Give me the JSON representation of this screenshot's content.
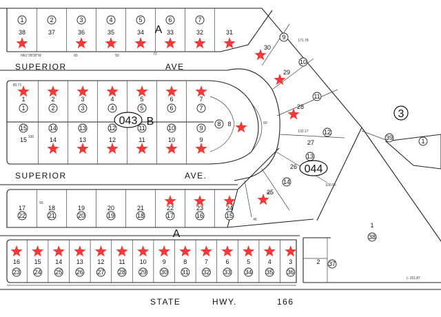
{
  "streets": {
    "superior_top": "SUPERIOR",
    "ave_top": "AVE",
    "superior_mid": "SUPERIOR",
    "ave_mid": "AVE.",
    "state": "STATE",
    "hwy": "HWY.",
    "route": "166"
  },
  "block_labels": {
    "a_top": "A",
    "a_bottom": "A",
    "block_043": "043",
    "block_b": "B",
    "block_044": "044",
    "block_3": "3"
  },
  "colors": {
    "star": "#f03a3a",
    "line": "#222222"
  },
  "row1": [
    {
      "lot": "38",
      "circ": "1",
      "star": true
    },
    {
      "lot": "37",
      "circ": "2",
      "star": false
    },
    {
      "lot": "36",
      "circ": "3",
      "star": true
    },
    {
      "lot": "35",
      "circ": "4",
      "star": true
    },
    {
      "lot": "34",
      "circ": "5",
      "star": true
    },
    {
      "lot": "33",
      "circ": "6",
      "star": true
    },
    {
      "lot": "32",
      "circ": "7",
      "star": true
    },
    {
      "lot": "31",
      "circ": "",
      "star": true
    }
  ],
  "row2": [
    {
      "lot": "1",
      "circ": "1",
      "star": true
    },
    {
      "lot": "2",
      "circ": "2",
      "star": true
    },
    {
      "lot": "3",
      "circ": "3",
      "star": true
    },
    {
      "lot": "4",
      "circ": "4",
      "star": true
    },
    {
      "lot": "5",
      "circ": "5",
      "star": true
    },
    {
      "lot": "6",
      "circ": "6",
      "star": true
    },
    {
      "lot": "7",
      "circ": "7",
      "star": true
    }
  ],
  "row3": [
    {
      "lot": "15",
      "circ": "15",
      "star": false
    },
    {
      "lot": "14",
      "circ": "14",
      "star": true
    },
    {
      "lot": "13",
      "circ": "13",
      "star": true
    },
    {
      "lot": "12",
      "circ": "12",
      "star": true
    },
    {
      "lot": "11",
      "circ": "11",
      "star": true
    },
    {
      "lot": "10",
      "circ": "10",
      "star": true
    },
    {
      "lot": "9",
      "circ": "9",
      "star": true
    }
  ],
  "row4": [
    {
      "lot": "17",
      "circ": "22",
      "star": false
    },
    {
      "lot": "18",
      "circ": "21",
      "star": false
    },
    {
      "lot": "19",
      "circ": "20",
      "star": false
    },
    {
      "lot": "20",
      "circ": "19",
      "star": false
    },
    {
      "lot": "21",
      "circ": "18",
      "star": false
    },
    {
      "lot": "22",
      "circ": "17",
      "star": true
    },
    {
      "lot": "23",
      "circ": "16",
      "star": true
    },
    {
      "lot": "24",
      "circ": "15",
      "star": true
    }
  ],
  "row5": [
    {
      "lot": "16",
      "circ": "23",
      "star": true
    },
    {
      "lot": "15",
      "circ": "24",
      "star": true
    },
    {
      "lot": "14",
      "circ": "25",
      "star": true
    },
    {
      "lot": "13",
      "circ": "26",
      "star": true
    },
    {
      "lot": "12",
      "circ": "27",
      "star": true
    },
    {
      "lot": "11",
      "circ": "28",
      "star": true
    },
    {
      "lot": "10",
      "circ": "29",
      "star": true
    },
    {
      "lot": "9",
      "circ": "30",
      "star": true
    },
    {
      "lot": "8",
      "circ": "31",
      "star": true
    },
    {
      "lot": "7",
      "circ": "32",
      "star": true
    },
    {
      "lot": "6",
      "circ": "33",
      "star": true
    },
    {
      "lot": "5",
      "circ": "34",
      "star": true
    },
    {
      "lot": "4",
      "circ": "35",
      "star": true
    },
    {
      "lot": "3",
      "circ": "36",
      "star": true
    }
  ],
  "fan_lots": [
    {
      "lot": "30",
      "circ": "9",
      "star": true
    },
    {
      "lot": "29",
      "circ": "10",
      "star": true
    },
    {
      "lot": "28",
      "circ": "11",
      "star": true
    },
    {
      "lot": "27",
      "circ": "12",
      "star": false
    },
    {
      "lot": "26",
      "circ": "13",
      "star": false
    },
    {
      "lot": "25",
      "circ": "14",
      "star": true
    }
  ],
  "cul_de_sac": {
    "lot": "8",
    "circ": "8",
    "label": "60"
  },
  "east_lots": [
    {
      "lot": "1",
      "circ": "38"
    },
    {
      "lot": "2",
      "circ": "37"
    },
    {
      "lot": "",
      "circ": "39"
    },
    {
      "lot": "",
      "circ": "1"
    }
  ],
  "dimensions": [
    "60",
    "55",
    "45",
    "72",
    "100",
    "50",
    "65",
    "L-151.87",
    "132.17",
    "100.65",
    "171.78",
    "60.71",
    "N61°28'30\"W"
  ]
}
